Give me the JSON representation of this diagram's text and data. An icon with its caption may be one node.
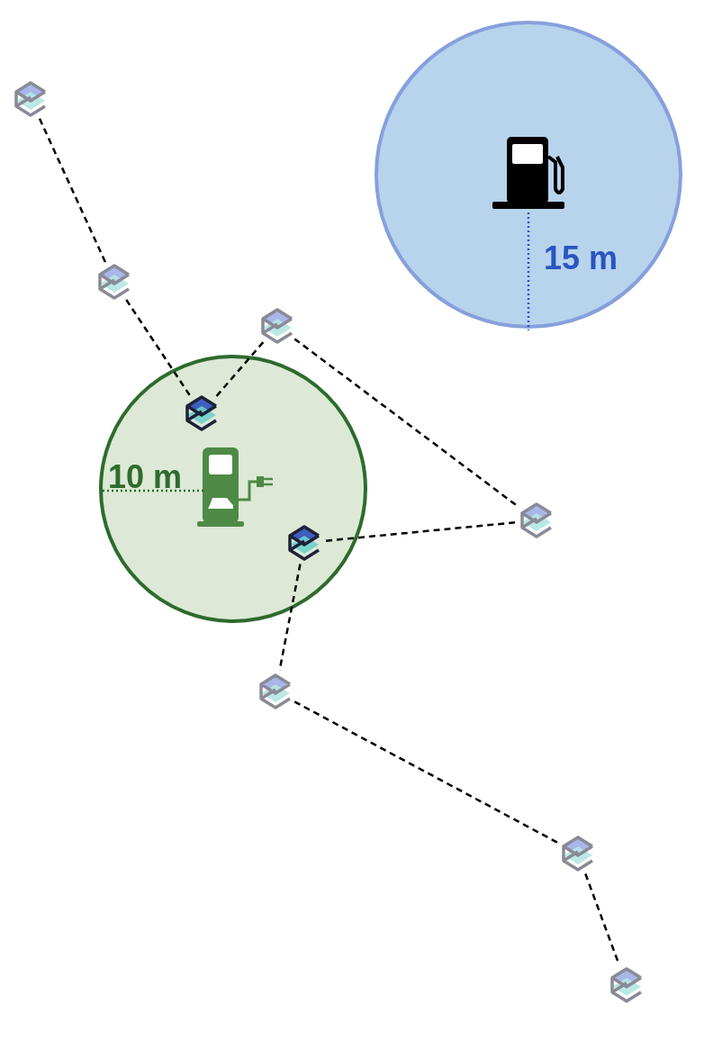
{
  "diagram": {
    "nodes": [
      {
        "text": [],
        "shape": "picture"
      },
      {
        "text": [
          "15 m"
        ]
      },
      {
        "text": [],
        "shape": "picture"
      },
      {
        "text": [],
        "shape": "picture"
      },
      {
        "text": [
          "10 m"
        ]
      },
      {
        "text": [],
        "shape": "picture",
        "in": 4
      },
      {
        "text": [],
        "shape": "picture"
      },
      {
        "text": [],
        "shape": "picture",
        "in": 4
      },
      {
        "text": [],
        "shape": "picture"
      },
      {
        "text": [],
        "shape": "picture"
      },
      {
        "text": [],
        "shape": "picture"
      }
    ],
    "edges": [
      {
        "from": 0,
        "to": 2,
        "arrow": "none",
        "style": "dashed"
      },
      {
        "from": 2,
        "to": 5,
        "arrow": "none",
        "style": "dashed"
      },
      {
        "from": 3,
        "to": 5,
        "arrow": "none",
        "style": "dashed"
      },
      {
        "from": 3,
        "to": 6,
        "arrow": "none",
        "style": "dashed"
      },
      {
        "from": 6,
        "to": 7,
        "arrow": "none",
        "style": "dashed"
      },
      {
        "from": 7,
        "to": 8,
        "arrow": "none",
        "style": "dashed"
      },
      {
        "from": 8,
        "to": 9,
        "arrow": "none",
        "style": "dashed"
      },
      {
        "from": 9,
        "to": 10,
        "arrow": "none",
        "style": "dashed"
      }
    ]
  }
}
